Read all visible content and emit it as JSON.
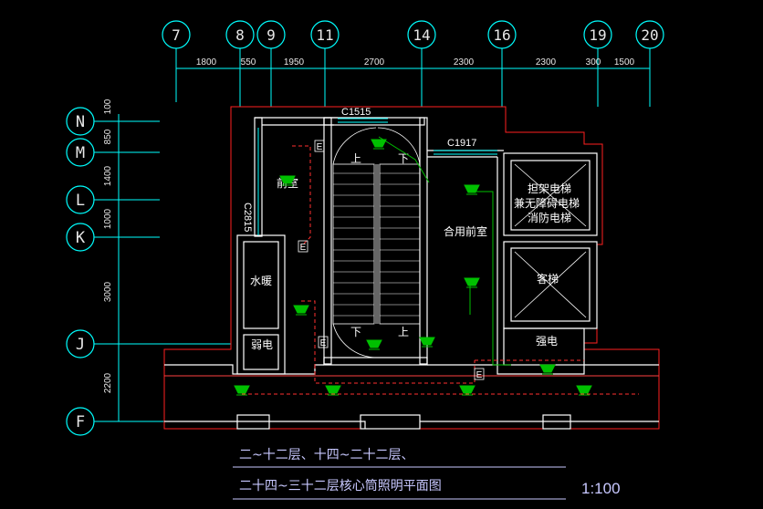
{
  "grid_top": {
    "labels": [
      "7",
      "8",
      "9",
      "11",
      "14",
      "16",
      "19",
      "20"
    ],
    "dims": [
      "1800",
      "550",
      "1950",
      "2700",
      "2300",
      "2300",
      "300",
      "1500"
    ]
  },
  "grid_left": {
    "labels": [
      "N",
      "M",
      "L",
      "K",
      "J",
      "F"
    ],
    "dims": [
      "100",
      "850",
      "1400",
      "1000",
      "3000",
      "2200"
    ]
  },
  "windows": {
    "top": "C1515",
    "right": "C1917",
    "left": "C2815"
  },
  "rooms": {
    "front_room": "前室",
    "shared_front_room": "合用前室",
    "elevator_block_1": "担架电梯",
    "elevator_block_2": "兼无障碍电梯",
    "elevator_block_3": "消防电梯",
    "passenger_elevator": "客梯",
    "water_well": "水暖",
    "weak_current": "弱电",
    "strong_current": "强电"
  },
  "stair_marks": {
    "up": "上",
    "down": "下"
  },
  "fixture_marks": {
    "emergency": "E"
  },
  "title": {
    "line1": "二~十二层、十四~二十二层、",
    "line2": "二十四~三十二层核心筒照明平面图",
    "scale": "1:100"
  },
  "colors": {
    "grid_circle": "#00ffff",
    "wall": "#ffffff",
    "outline": "#ff2020",
    "fixture": "#00c000",
    "dimension": "#00ffff",
    "title": "#c8c8ff"
  }
}
